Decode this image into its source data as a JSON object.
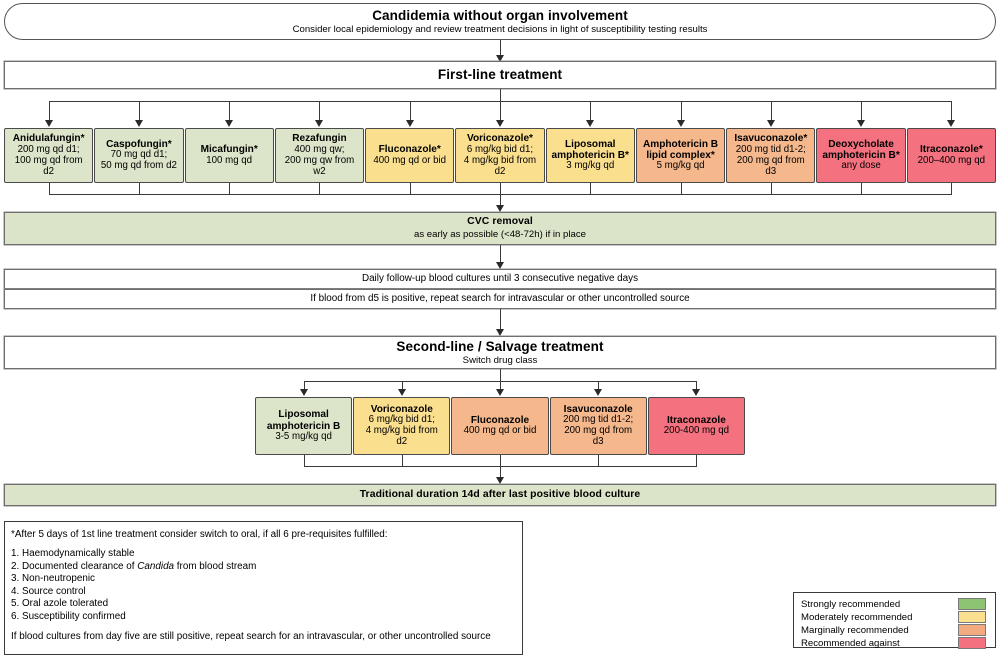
{
  "header": {
    "title": "Candidemia without organ involvement",
    "subtitle": "Consider local epidemiology and review treatment decisions in light of susceptibility testing results"
  },
  "first_line": {
    "title": "First-line treatment",
    "drugs": [
      {
        "name": "Anidulafungin*",
        "dose": "200 mg qd d1;\n100 mg qd from\nd2",
        "color": "green"
      },
      {
        "name": "Caspofungin*",
        "dose": "70 mg qd d1;\n50 mg qd from d2",
        "color": "green"
      },
      {
        "name": "Micafungin*",
        "dose": "100 mg qd",
        "color": "green"
      },
      {
        "name": "Rezafungin",
        "dose": "400 mg qw;\n200 mg qw from\nw2",
        "color": "green"
      },
      {
        "name": "Fluconazole*",
        "dose": "400 mg qd or bid",
        "color": "yellow"
      },
      {
        "name": "Voriconazole*",
        "dose": "6 mg/kg bid d1;\n4 mg/kg bid from\nd2",
        "color": "yellow"
      },
      {
        "name": "Liposomal\namphotericin B*",
        "dose": "3 mg/kg qd",
        "color": "yellow"
      },
      {
        "name": "Amphotericin B\nlipid complex*",
        "dose": "5 mg/kg qd",
        "color": "orange"
      },
      {
        "name": "Isavuconazole*",
        "dose": "200 mg tid d1-2;\n200 mg qd from\nd3",
        "color": "orange"
      },
      {
        "name": "Deoxycholate\namphotericin B*",
        "dose": "any dose",
        "color": "red"
      },
      {
        "name": "Itraconazole*",
        "dose": "200–400 mg qd",
        "color": "red"
      }
    ]
  },
  "cvc": {
    "title": "CVC removal",
    "subtitle": "as early as possible (<48-72h) if in place"
  },
  "followup": {
    "line1": "Daily follow-up blood cultures until 3 consecutive negative days",
    "line2": "If blood from d5 is positive, repeat search for intravascular or other uncontrolled source"
  },
  "second_line": {
    "title": "Second-line / Salvage treatment",
    "subtitle": "Switch drug class",
    "drugs": [
      {
        "name": "Liposomal\namphotericin B",
        "dose": "3-5 mg/kg qd",
        "color": "green"
      },
      {
        "name": "Voriconazole",
        "dose": "6 mg/kg bid d1;\n4 mg/kg bid from\nd2",
        "color": "yellow"
      },
      {
        "name": "Fluconazole",
        "dose": "400 mg qd or bid",
        "color": "orange"
      },
      {
        "name": "Isavuconazole",
        "dose": "200 mg tid d1-2;\n200 mg qd from\nd3",
        "color": "orange"
      },
      {
        "name": "Itraconazole",
        "dose": "200-400 mg qd",
        "color": "red"
      }
    ]
  },
  "duration": {
    "text": "Traditional duration 14d after last positive blood culture"
  },
  "footnote": {
    "head": "*After 5 days of 1st line treatment consider switch to oral, if all 6 pre-requisites fulfilled:",
    "items": [
      "1. Haemodynamically stable",
      "2. Documented clearance of Candida from blood stream",
      "3. Non-neutropenic",
      "4. Source control",
      "5. Oral azole tolerated",
      "6. Susceptibility confirmed"
    ],
    "item2_prefix": "2. Documented clearance of ",
    "item2_italic": "Candida",
    "item2_suffix": " from blood stream",
    "tail": "If blood cultures from day five are still positive, repeat search for an intravascular, or other uncontrolled source"
  },
  "legend": {
    "entries": [
      {
        "label": "Strongly recommended",
        "color": "#8dc473"
      },
      {
        "label": "Moderately recommended",
        "color": "#fadf8f"
      },
      {
        "label": "Marginally recommended",
        "color": "#f2ab80"
      },
      {
        "label": "Recommended against",
        "color": "#f4717f"
      }
    ]
  },
  "palette": {
    "green": "#dce5c9",
    "yellow": "#fadf8f",
    "orange": "#f5b78c",
    "red": "#f4717f",
    "band": "#dbe4c8"
  }
}
